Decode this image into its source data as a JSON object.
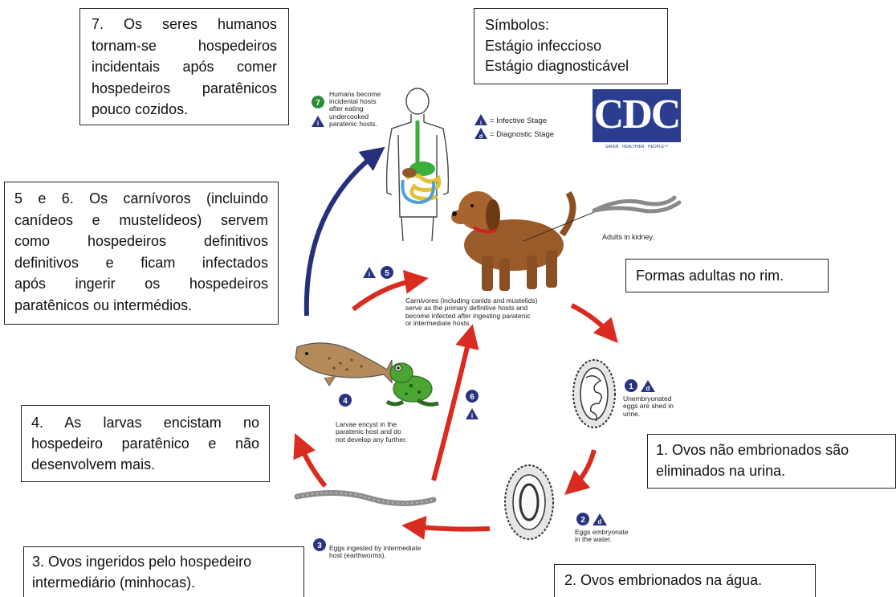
{
  "boxes": {
    "humans": [
      "7. Os seres humanos",
      "tornam-se hospedeiros",
      "incidentais após comer",
      "hospedeiros paratênicos",
      "pouco cozidos."
    ],
    "symbols": [
      "Símbolos:",
      "Estágio infeccioso",
      "Estágio diagnosticável"
    ],
    "carnivores": [
      "5 e 6. Os carnívoros (incluindo",
      "canídeos e mustelídeos) servem",
      "como hospedeiros definitivos",
      "definitivos e ficam infectados",
      "após ingerir os hospedeiros",
      "paratênicos ou intermédios."
    ],
    "adults": "Formas adultas no rim.",
    "larvae": [
      "4. As larvas encistam no",
      "hospedeiro paratênico e não",
      "desenvolvem mais."
    ],
    "eggs_unembryonated": [
      "1. Ovos não embrionados são",
      "eliminados na urina."
    ],
    "eggs_ingested": [
      "3. Ovos ingeridos pelo hospedeiro",
      "intermediário (minhocas)."
    ],
    "eggs_embryonated": "2. Ovos embrionados na água."
  },
  "diagram": {
    "legend_infective": "= Infective Stage",
    "legend_diagnostic": "= Diagnostic Stage",
    "humans_note": [
      "Humans become",
      "incidental hosts",
      "after eating",
      "undercooked",
      "paratenic hosts."
    ],
    "adults_note": "Adults in kidney.",
    "carnivores_note": [
      "Carnivores (including canids and mustelids)",
      "serve as the primary definitive hosts and",
      "become infected after ingesting paratenic",
      "or intermediate hosts."
    ],
    "unembryonated_note": [
      "Unembryonated",
      "eggs are shed in",
      "urine."
    ],
    "embryonate_note": [
      "Eggs embryonate",
      "in the water."
    ],
    "ingested_note": [
      "Eggs ingested by intermediate",
      "host (earthworms)."
    ],
    "larvae_note": [
      "Larvae encyst in the",
      "paratenic host and do",
      "not develop any further."
    ],
    "stage_numbers": [
      "1",
      "2",
      "3",
      "4",
      "5",
      "6",
      "7"
    ],
    "symbol_i": "i",
    "symbol_d": "d"
  },
  "logo": {
    "text": "CDC",
    "tagline": "SAFER · HEALTHIER · PEOPLE™"
  },
  "colors": {
    "arrow_red": "#d92b1f",
    "arrow_blue": "#26307a",
    "badge_navy": "#2a3380",
    "badge_green": "#2e8b3a",
    "cdc_blue": "#2b3d8f"
  }
}
